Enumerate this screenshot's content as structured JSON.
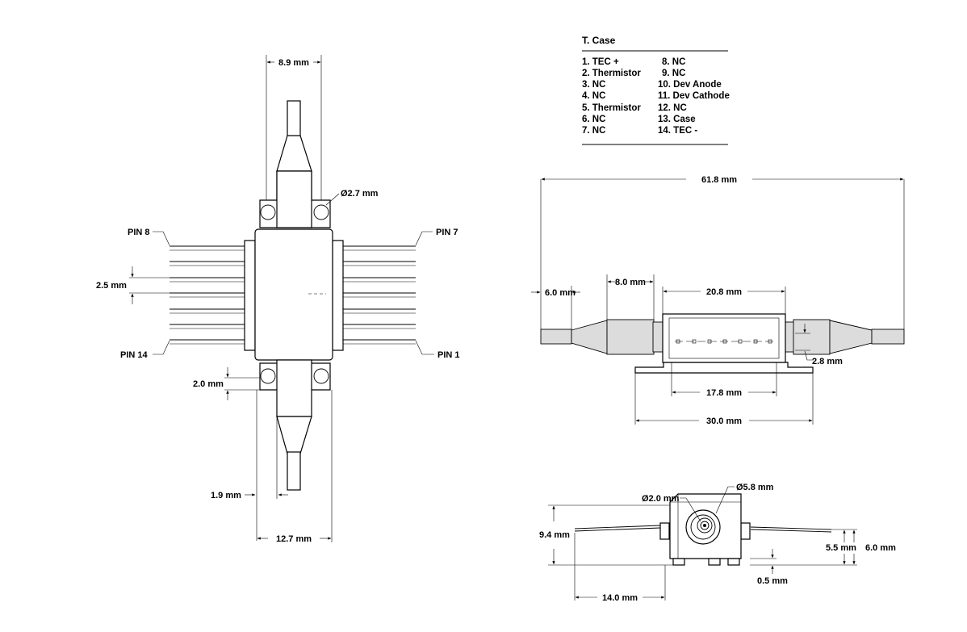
{
  "pin_table": {
    "title": "T. Case",
    "col1": [
      "1. TEC +",
      "2. Thermistor",
      "3. NC",
      "4. NC",
      "5. Thermistor",
      "6. NC",
      "7. NC"
    ],
    "col2": [
      "8. NC",
      "9. NC",
      "10. Dev Anode",
      "11. Dev Cathode",
      "12. NC",
      "13. Case",
      "14. TEC -"
    ]
  },
  "top_view": {
    "pin_labels": {
      "pin8": "PIN 8",
      "pin7": "PIN 7",
      "pin14": "PIN 14",
      "pin1": "PIN 1"
    },
    "dims": {
      "width_top": "8.9 mm",
      "hole_dia": "Ø2.7 mm",
      "pin_pitch": "2.5 mm",
      "flange": "2.0 mm",
      "fiber_offset": "1.9 mm",
      "width_bottom": "12.7 mm"
    }
  },
  "side_view": {
    "dims": {
      "overall": "61.8 mm",
      "boot": "6.0 mm",
      "taper": "8.0 mm",
      "body": "20.8 mm",
      "pin_height": "2.8 mm",
      "pins_span": "17.8 mm",
      "base": "30.0 mm"
    }
  },
  "end_view": {
    "dims": {
      "inner_dia": "Ø2.0 mm",
      "outer_dia": "Ø5.8 mm",
      "height": "9.4 mm",
      "lead_h": "5.5 mm",
      "total_h": "6.0 mm",
      "standoff": "0.5 mm",
      "depth": "14.0 mm"
    }
  }
}
